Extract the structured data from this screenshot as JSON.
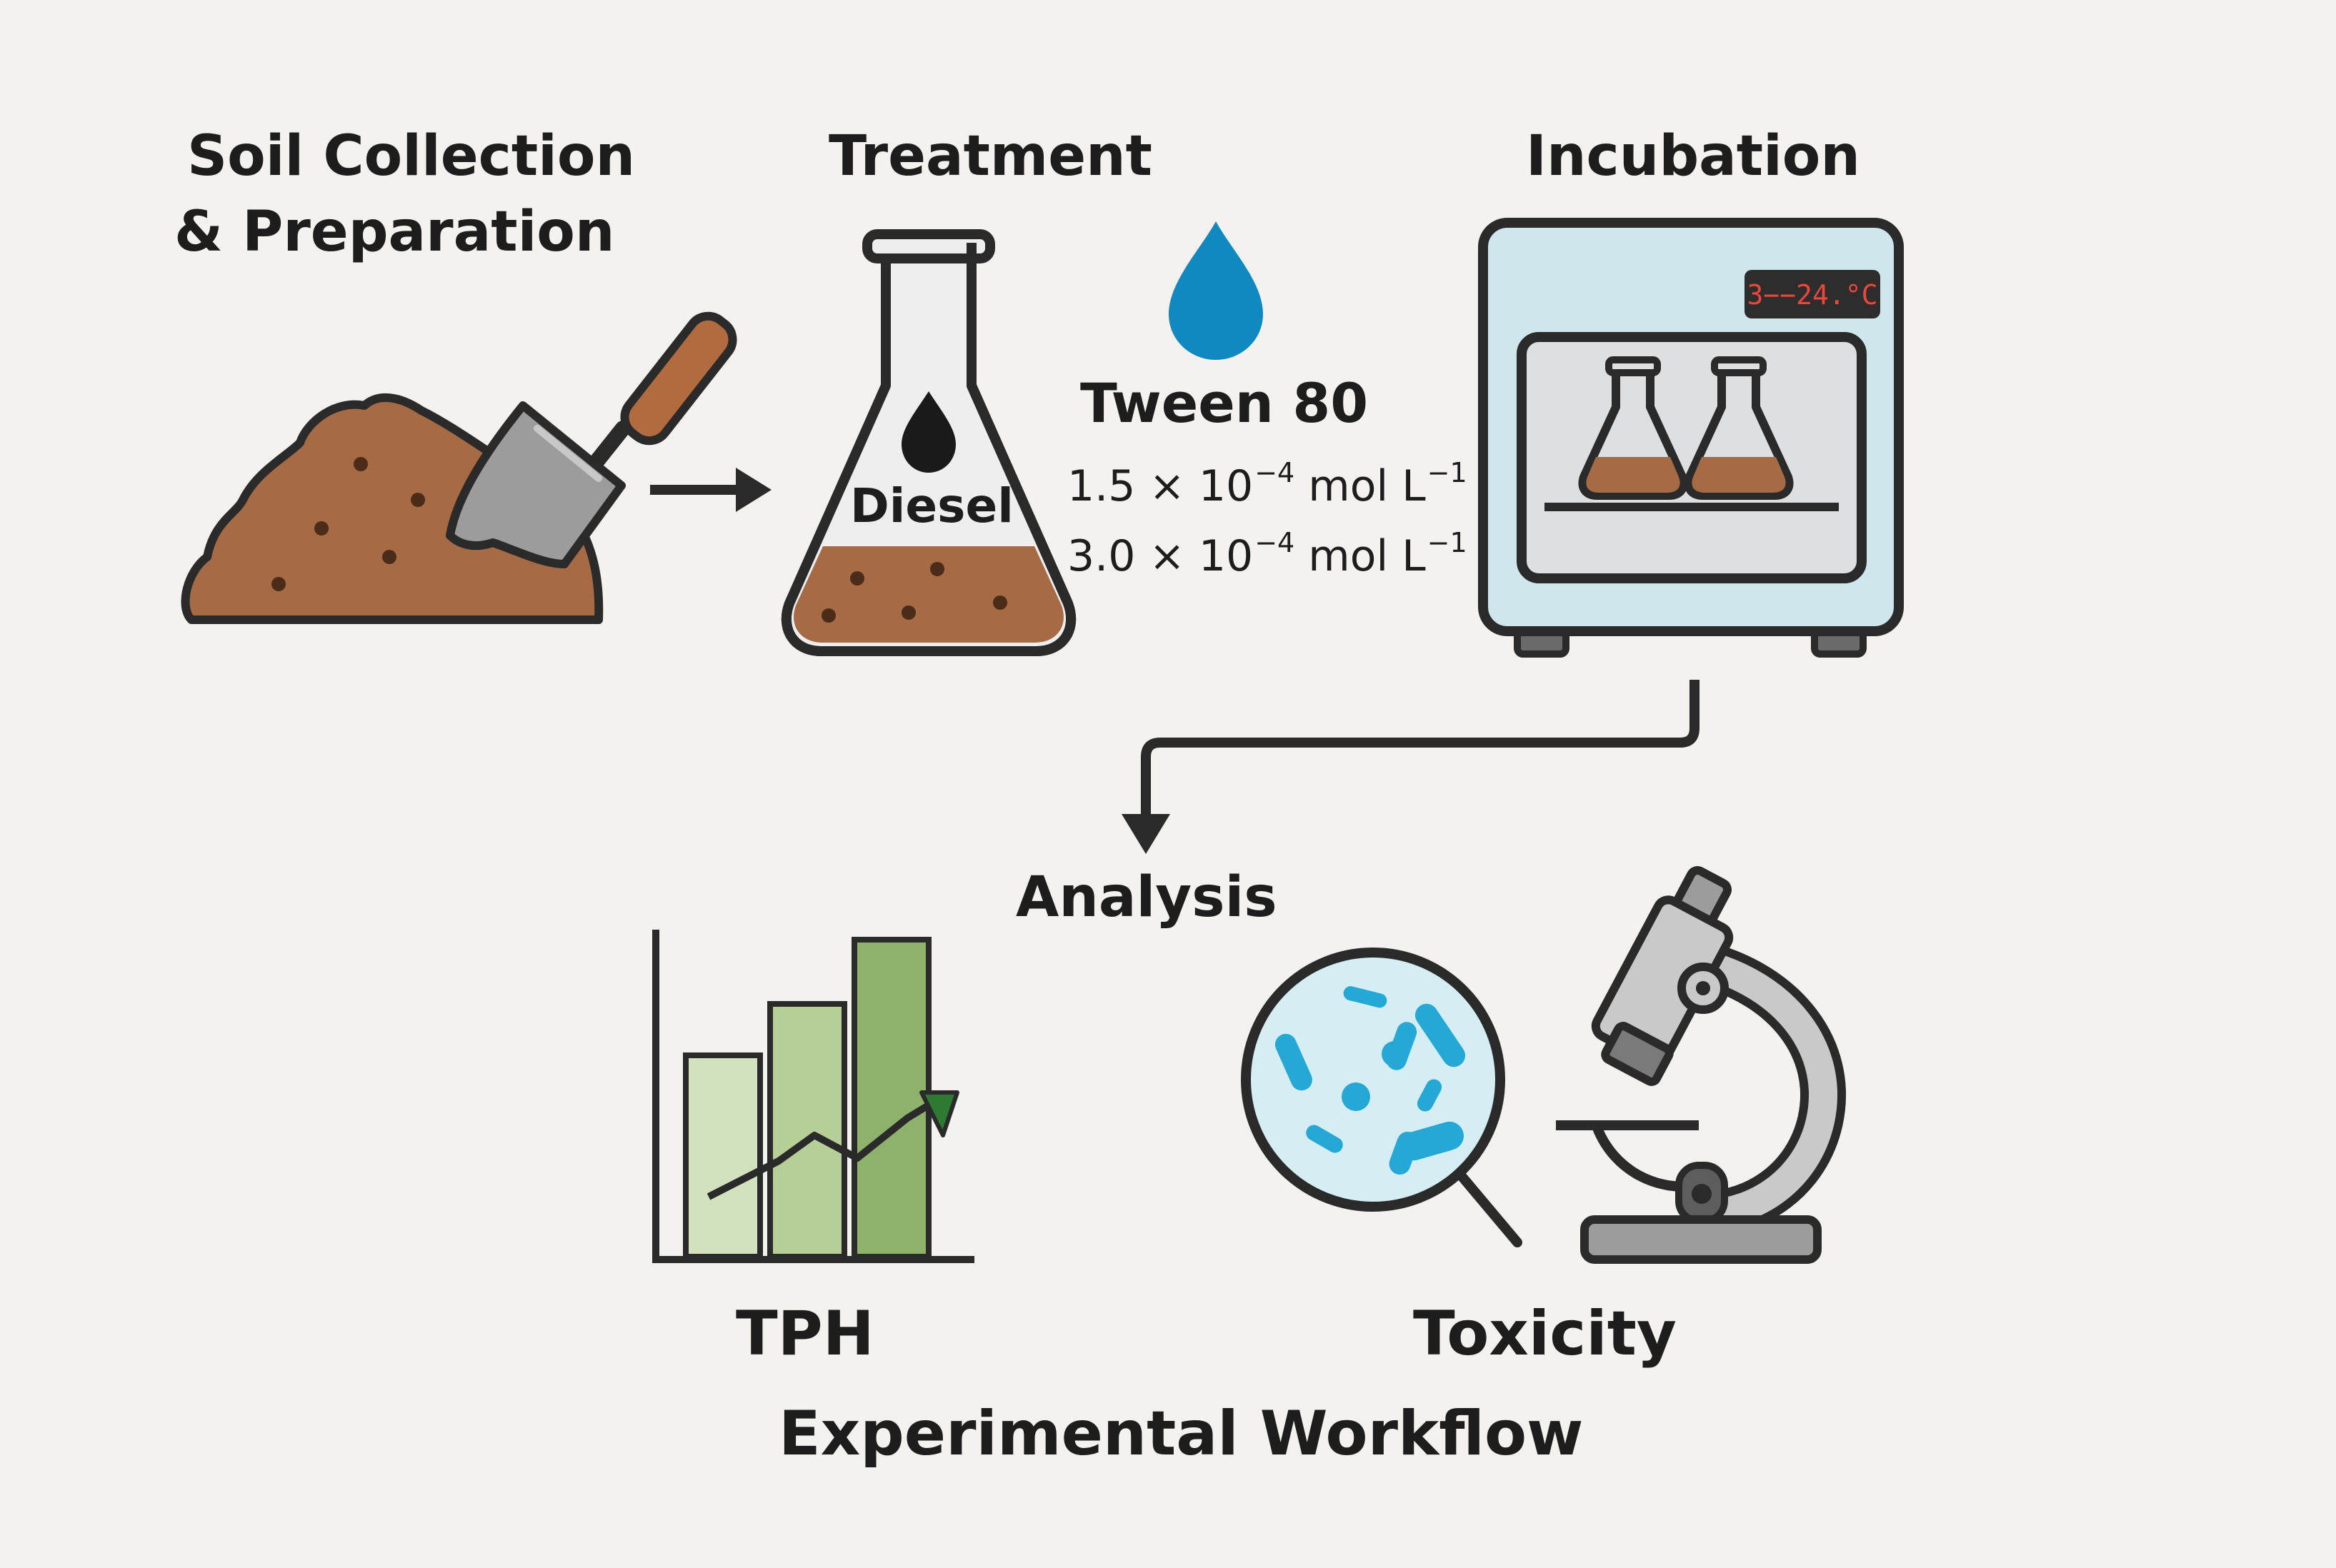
{
  "steps": {
    "soil": {
      "line1": "Soil Collection",
      "line2": "& Preparation"
    },
    "treatment": {
      "title": "Treatment",
      "flask_label": "Diesel"
    },
    "surfactant": {
      "name": "Tween 80",
      "conc1_mantissa": "1.5 × 10",
      "conc1_exp": "−4",
      "conc1_unit": " mol L",
      "conc1_unit_exp": "−1",
      "conc2_mantissa": "3.0 × 10",
      "conc2_exp": "−4",
      "conc2_unit": " mol L",
      "conc2_unit_exp": "−1"
    },
    "incubation": {
      "title": "Incubation",
      "display": "3−−24.°C"
    },
    "analysis": {
      "title": "Analysis"
    },
    "tph": {
      "title": "TPH"
    },
    "toxicity": {
      "title": "Toxicity"
    }
  },
  "caption": "Experimental Workflow",
  "colors": {
    "background": "#f3f2ef",
    "soil": "#a66a45",
    "outline": "#2a2a2a",
    "water_drop": "#1188c0",
    "incubator": "#cfe6ec",
    "bars_light": "#d3e2be",
    "bars_mid": "#b6cf97",
    "bars_dark": "#8db26b",
    "trend_arrow": "#2f7a33",
    "microbes": "#25a8d6",
    "display_text": "#e8483b"
  },
  "icons": [
    "soil-pile-icon",
    "trowel-icon",
    "erlenmeyer-flask-icon",
    "oil-drop-icon",
    "water-drop-icon",
    "incubator-icon",
    "bar-chart-icon",
    "magnifier-petri-icon",
    "microscope-icon"
  ]
}
